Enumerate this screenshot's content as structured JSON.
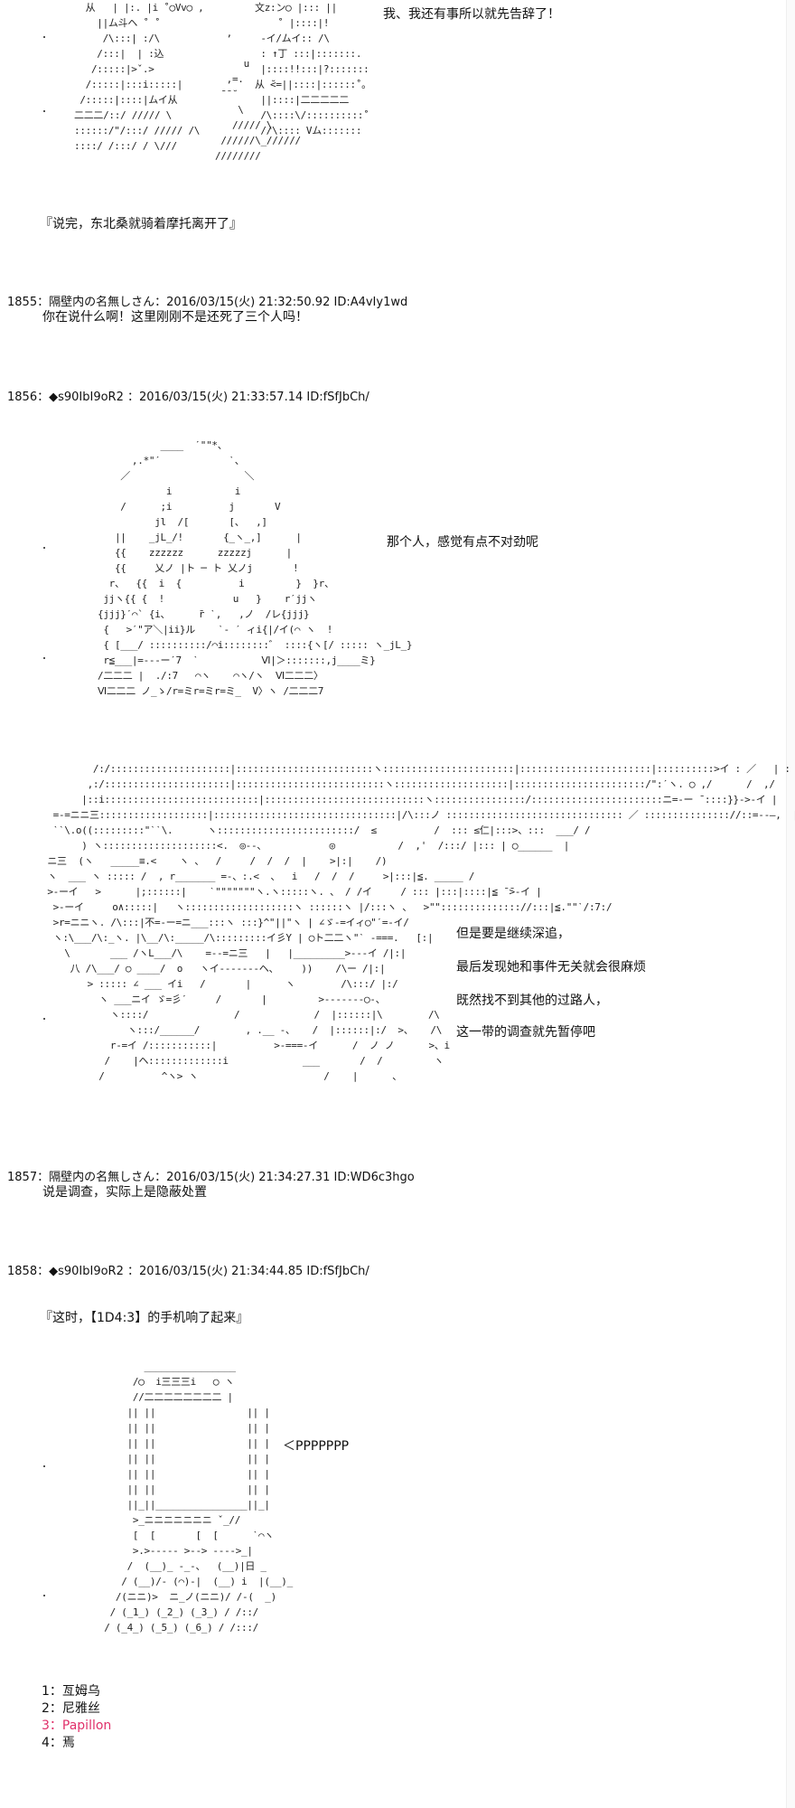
{
  "art": {
    "top_a": "  从   | |:. |i ˚◯Vv◯ ,\n    ||ム斗ヘ ˚ ˚\n     /\\:::| :/\\\n    /:::|  | :込\n   /:::::|>ˇ.>\n  /:::::|:::i:::::|\n /:::::|::::|ムイ从\n二二二/::/ ///// \\\n::::::/\"/:::/ ///// /\\\n::::/ /:::/ / \\///",
    "top_b": "  ,\n\n     u\n  ,=.\n ˉˉ˘\n    \\\n   ///// \\\n //////\\_//////\n////////\n",
    "top_c": "文z:ン◯ |::: ||\n    ˚ |::::|!\n -イ/ムイ:: /\\\n : ↑丁 :::|:::::::.\n |::::!!:::|?:::::::\n从 ̆<=||::::|::::::˚。\n ||::::|二二二二二\n /\\::::\\/::::::::::˚\n //\\:::: Vム:::::::",
    "mid": "           ____  ˊ\"\"*、\n      ,.*\"ˊ            ˋ、\n    ／                    ＼\n            i           i\n    /      ;i          j       V\n          jl  /[       [、  ,]\n   ||    _jL_/!       {_ヽ_,]      |\n   {{    zzzzzz      zzzzzj      |\n   {{     乂ノ |ト ─ ト 乂ノj       !\n  r、  {{  i  {          i         }  }r、\n jjヽ{{ {  !            u   }    rˊjjヽ\n{jjj}ˊ⌒` {i、     r̄ ˋ,   ,ノ  /レ{jjj}\n {   >ˊ\"ア＼|ii}ル    ˋ- ˊ ィi{|/イ(⌒ ヽ  !\n { [___/ ::::::::::/⌒i::::::::゛ ::::{ヽ[/ ::::: ヽ_jL_}\n r≦___|=---ーˊ7  ˋ           Ⅵ|＞:::::::,j____ミ}\n/二二二 |  ./:7   ⌒ヽ    ⌒ヽ/ヽ  Ⅵ二二二〉\nⅥ二二二 ノ_ゝ/r=ミr=ミr=ミ_  V〉ヽ /二二二7",
    "big": "         /:/:::::::::::::::::::::|::::::::::::::::::::::::ヽ:::::::::::::::::::::::|:::::::::::::::::::::::|::::::::::>イ : ／   | : |\n        ,:/::::::::::::::::::::::|::::::::::::::::::::::::::ヽ::::::::::::::::::::|:::::::::::::::::::::::/\":ˊヽ. ◯ ,/      /  ,/\n       |::i:::::::::::::::::::::::::::|::::::::::::::::::::::::::::ヽ::::::::::::::::/:::::::::::::::::::::::ニ=-ー ̄ ::::}}->-イ |\n  =-=ニニ三:::::::::::::::::::|::::::::::::::::::::::::::::::::|/\\:::ノ ::::::::::::::::::::::::::::::: ／ ::::::::::::::://::=--―,  |\n  ˋˋ\\.o((:::::::::\"ˋˋ\\.      ヽ::::::::::::::::::::::::/  ≤          /  ::: ≤仁|:::>、:::  ___/ /\n       ) ヽ::::::::::::::::::::<.  ◎--、           ◎           /  ,'  /:::/ |::: | ◯______  |\n ニ三  (ヽ   _____≡.<    ヽ 、  /     /  /  /  |    >|:|    /)\n ヽ  ___ ヽ ::::: /  , r_______ =-、:.<  、  i   /  /  /     >|:::|≦. _____ /\n >-ーイ   >      |;::::::|    ˋ\"\"\"\"\"\"\"ヽ.ヽ:::::ヽ. 、 / /イ     / ::: |:::|::::|≦ ̄ ̄>-イ |\n  >-ーイ     o∧:::::|   ヽ:::::::::::::::::::ヽ ::::::ヽ |/:::ヽ 、  >\"\":::::::::::::://:::|≦.\"\"ˋ/:7:/\n  >r=ニニヽ. /\\:::|不=-ー=ニ___:::ヽ :::}^\"||\"ヽ | ∠ゞ-=イィ◯\"ˊ=-イ/\n  ヽ:\\___/\\:_ヽ. |\\__/\\:_____/\\:::::::::イ彡Y | ◯ト二二ヽ\"ˋ -===.   [:|\n    \\       ___ /ヽL___/\\    =--=ニ三   |   |_________>---イ /|:|\n     八 /\\___/ ○ ____/  o   ヽイ-------ヘ、    ))    /\\ー /|:|\n        > ::::: ∠ ___ イi   /       |      ヽ        /\\:::/ |:/\n          ヽ ___ニイ ゞ=彡ˊ     /       |         >-------◯-、\n            ヽ::::/               /             /  |::::::|\\        /\\\n               ヽ:::/______/        , .__ -、   /  |::::::|:/  >、   /\\\n            r-=イ /:::::::::::|          >-===-イ      /  ノ ノ      >、i\n           /    |ヘ:::::::::::::i             ___       /  /         ヽ\n          /          ^ヽ> ヽ                      /    |      、",
    "phone": "           ________________\n         /◯  i三三三i   ◯ ヽ\n         //二二二二二二二二 |\n        || ||                || |\n        || ||                || |\n        || ||                || |\n        || ||                || |\n        || ||                || |\n        || ||                || |\n        ||_||________________||_|\n         >_ニニニニニニニ ˇ_//\n         [  [       [  [      ˋ⌒ヽ\n         >.>----- >--> ---->_|\n        /  (__)_ -_-、  (__)|日 _\n       / (__)/- (⌒)-|  (__) i  |(__)_\n      /(ニニ)>  ニ_ノ(ニニ)/ /-(  _)\n     / (_1_) (_2_) (_3_) / /::/\n    / (_4_) (_5_) (_6_) / /:::/"
  },
  "texts": {
    "line1": "我、我还有事所以就先告辞了！",
    "line2": "『说完，东北桑就骑着摩托离开了』",
    "post1855_header": "1855：隔壁内の名無しさん：2016/03/15(火) 21:32:50.92 ID:A4vIy1wd",
    "post1855_body": "你在说什么啊！这里刚刚不是还死了三个人吗！",
    "post1856_header": "1856：◆s90IbI9oR2 ：2016/03/15(火) 21:33:57.14 ID:fSfJbCh/",
    "speech1": "那个人，感觉有点不对劲呢",
    "speech2_1": "但是要是继续深追，",
    "speech2_2": "最后发现她和事件无关就会很麻烦",
    "speech2_3": "既然找不到其他的过路人，",
    "speech2_4": "这一带的调查就先暂停吧",
    "post1857_header": "1857：隔壁内の名無しさん：2016/03/15(火) 21:34:27.31 ID:WD6c3hgo",
    "post1857_body": "说是调查，实际上是隐蔽处置",
    "post1858_header": "1858：◆s90IbI9oR2 ：2016/03/15(火) 21:34:44.85 ID:fSfJbCh/",
    "phone_ring_text": "『这时，【1D4:3】的手机响了起来』",
    "ring": "＜PPPPPPP"
  },
  "choices": [
    {
      "label": "1：亙姆乌",
      "color": "#111111"
    },
    {
      "label": "2：尼雅丝",
      "color": "#111111"
    },
    {
      "label": "3：Papillon",
      "color": "#e0306a"
    },
    {
      "label": "4：焉",
      "color": "#111111"
    }
  ]
}
